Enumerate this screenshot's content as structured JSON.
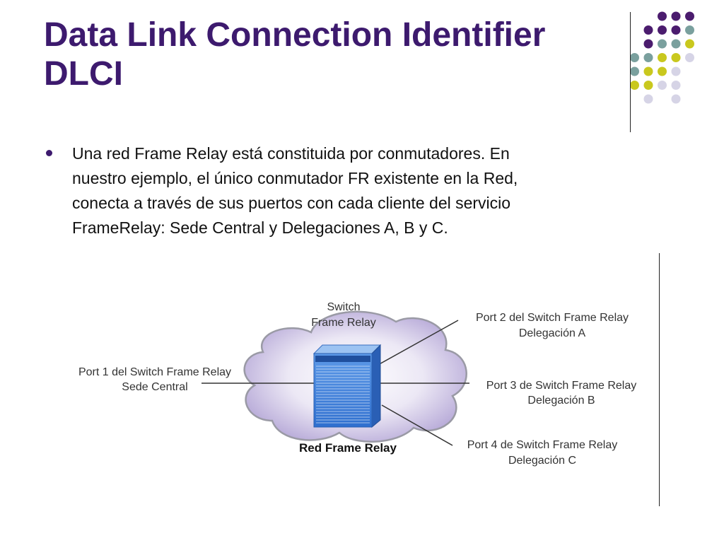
{
  "title": {
    "line1": "Data Link Connection Identifier",
    "line2": "DLCI"
  },
  "bullet": {
    "lines": [
      "Una red Frame Relay está constituida por conmutadores. En",
      "nuestro ejemplo, el único conmutador FR existente en la Red,",
      "conecta a través de sus puertos con cada cliente del servicio",
      "FrameRelay: Sede Central y Delegaciones A, B y C."
    ]
  },
  "diagram": {
    "switch_label": [
      "Switch",
      "Frame Relay"
    ],
    "network_label": "Red Frame Relay",
    "ports": [
      {
        "line1": "Port 1 del Switch Frame Relay",
        "line2": "Sede Central"
      },
      {
        "line1": "Port 2  del Switch Frame Relay",
        "line2": "Delegación A"
      },
      {
        "line1": "Port 3  de Switch Frame Relay",
        "line2": "Delegación B"
      },
      {
        "line1": "Port 4 de Switch Frame Relay",
        "line2": "Delegación C"
      }
    ]
  },
  "colors": {
    "title": "#3d1a6e",
    "dot_purple": "#4b1c6e",
    "dot_teal": "#7aa09e",
    "dot_olive": "#c9c81e",
    "dot_lavender": "#d6d4e6",
    "cloud": "#cfc6e6",
    "server": "#3b7fd9"
  }
}
